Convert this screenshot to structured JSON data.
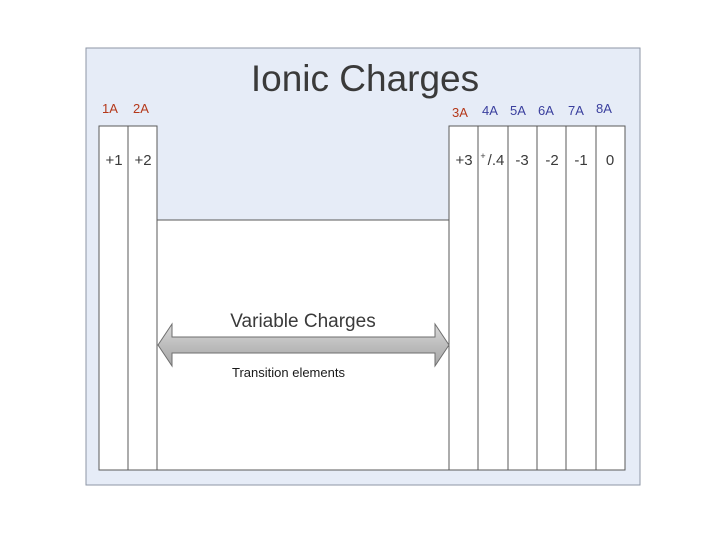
{
  "title": "Ionic Charges",
  "colors": {
    "panel_bg": "#e6ecf7",
    "panel_border": "#8d96a6",
    "group_red": "#b5381a",
    "group_blue": "#3a3f9e",
    "arrow_fill": "#bfbfbf",
    "arrow_stroke": "#6e6e6e"
  },
  "left_columns": [
    {
      "group": "1A",
      "charge": "+1"
    },
    {
      "group": "2A",
      "charge": "+2"
    }
  ],
  "right_columns": [
    {
      "group": "3A",
      "charge": "+3"
    },
    {
      "group": "4A",
      "charge": "/.4",
      "charge_sup": "+"
    },
    {
      "group": "5A",
      "charge": "-3"
    },
    {
      "group": "6A",
      "charge": "-2"
    },
    {
      "group": "7A",
      "charge": "-1"
    },
    {
      "group": "8A",
      "charge": "0"
    }
  ],
  "middle": {
    "variable_label": "Variable Charges",
    "transition_label": "Transition elements"
  }
}
